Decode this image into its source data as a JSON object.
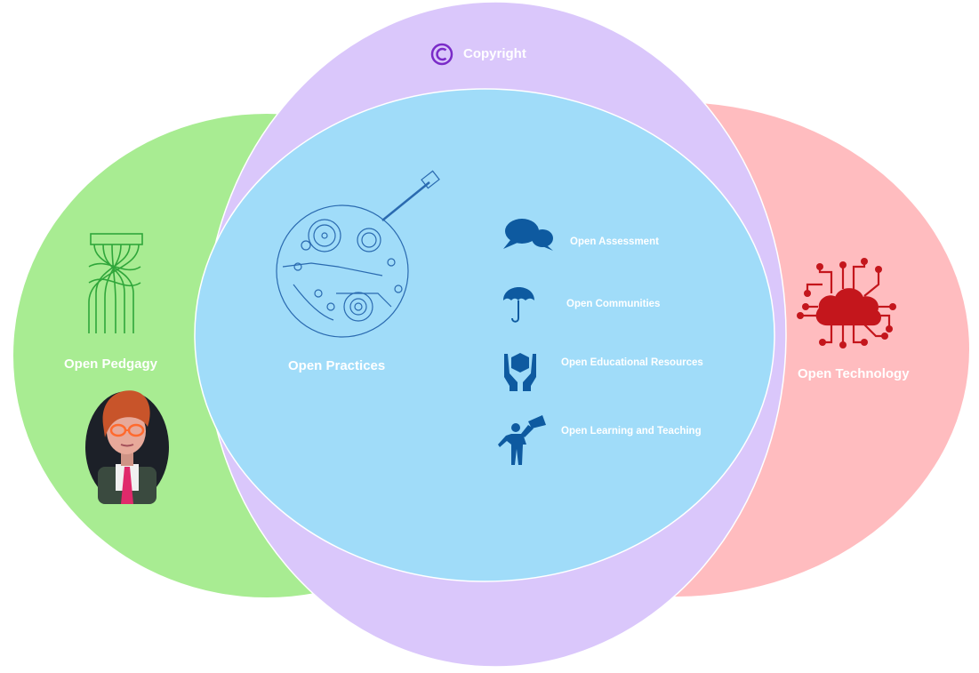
{
  "diagram": {
    "copyright_label": "Copyright",
    "pedagogy_label": "Open Pedgagy",
    "practices_label": "Open Practices",
    "technology_label": "Open Technology",
    "practice_items": [
      {
        "label": "Open Assessment",
        "icon": "speech-bubbles-icon"
      },
      {
        "label": "Open Communities",
        "icon": "umbrella-icon"
      },
      {
        "label": "Open Educational Resources",
        "icon": "hands-holding-box-icon"
      },
      {
        "label": "Open  Learning and Teaching",
        "icon": "person-megaphone-icon"
      }
    ],
    "colors": {
      "pedagogy": "#a8ec92",
      "technology": "#ffbcbf",
      "copyright": "#dac7fb",
      "practices": "#a0dcf9",
      "dark_blue": "#0e5aa0",
      "green_icon": "#2fa63a",
      "red_icon": "#c4161c",
      "purple_icon": "#7a2bc8"
    }
  }
}
